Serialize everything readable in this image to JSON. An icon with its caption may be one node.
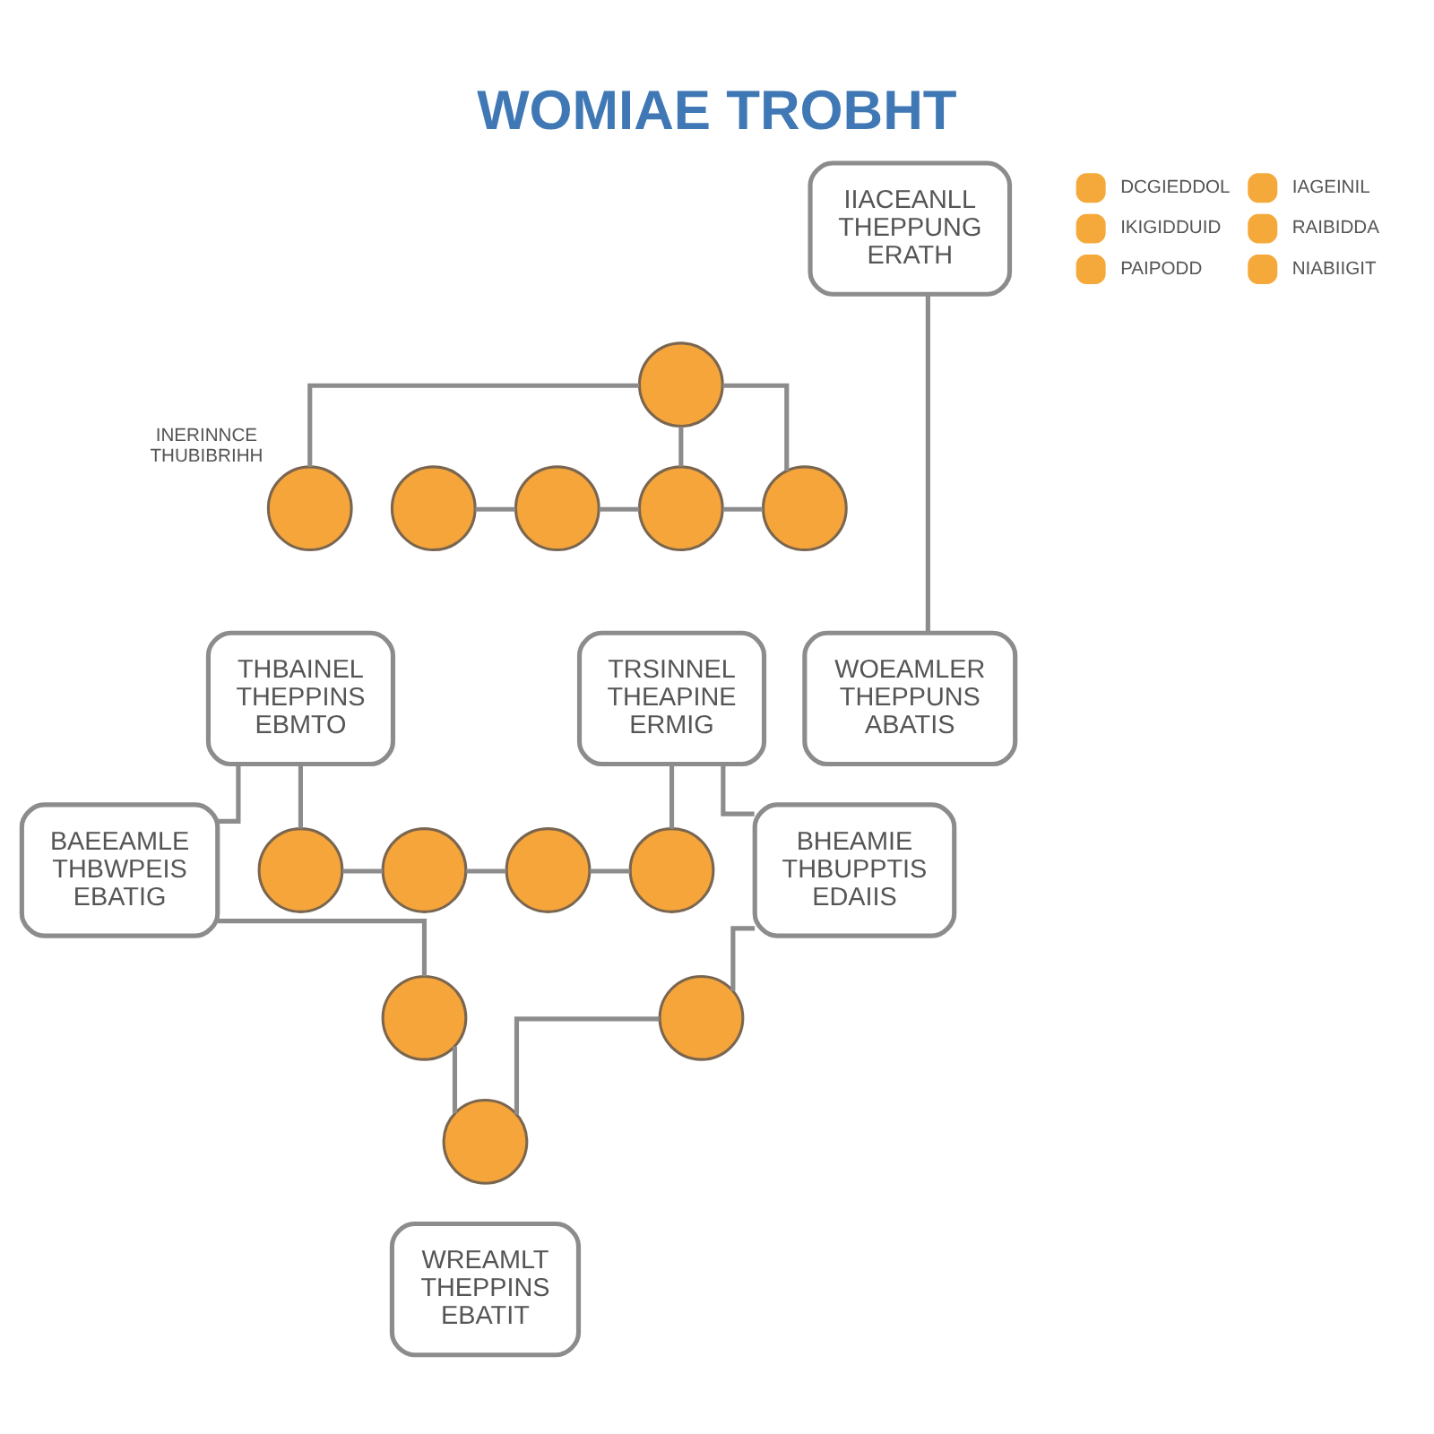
{
  "diagram": {
    "title": "WOMIAE TROBHT",
    "nodes": [
      {
        "text": [
          "IIACEANLL THEPPUNG ERATH"
        ]
      },
      {
        "text": [],
        "shape": "circle"
      },
      {
        "text": [],
        "shape": "circle",
        "beside": [
          "INERINNCE THUBIBRIHH"
        ]
      },
      {
        "text": [],
        "shape": "circle"
      },
      {
        "text": [],
        "shape": "circle"
      },
      {
        "text": [],
        "shape": "circle"
      },
      {
        "text": [],
        "shape": "circle"
      },
      {
        "text": [
          "THBAINEL THEPPINS EBMTO"
        ]
      },
      {
        "text": [
          "WOEAMLER THEPPUNS ABATIS"
        ]
      },
      {
        "text": [
          "TRSINNEL THEAPINE ERMIG"
        ]
      },
      {
        "text": [],
        "shape": "circle"
      },
      {
        "text": [],
        "shape": "circle"
      },
      {
        "text": [],
        "shape": "circle"
      },
      {
        "text": [],
        "shape": "circle"
      },
      {
        "text": [
          "BAEEAMLE THBWPEIS EBATIG"
        ]
      },
      {
        "text": [
          "BHEAMIE THBUPPTIS EDAIIS"
        ]
      },
      {
        "text": [],
        "shape": "circle"
      },
      {
        "text": [],
        "shape": "circle"
      },
      {
        "text": [
          "WREAMLT THEPPINS EBATIT"
        ]
      },
      {
        "text": [],
        "shape": "circle"
      }
    ],
    "edges": [
      {
        "from": 1,
        "to": 2,
        "arrow": "none"
      },
      {
        "from": 1,
        "to": 5,
        "arrow": "none"
      },
      {
        "from": 1,
        "to": 6,
        "arrow": "none"
      },
      {
        "from": 3,
        "to": 4,
        "arrow": "none"
      },
      {
        "from": 4,
        "to": 5,
        "arrow": "none"
      },
      {
        "from": 5,
        "to": 6,
        "arrow": "none"
      },
      {
        "from": 0,
        "to": 8,
        "arrow": "none"
      },
      {
        "from": 7,
        "to": 10,
        "arrow": "none"
      },
      {
        "from": 10,
        "to": 11,
        "arrow": "none"
      },
      {
        "from": 11,
        "to": 12,
        "arrow": "none"
      },
      {
        "from": 12,
        "to": 13,
        "arrow": "none"
      },
      {
        "from": 13,
        "to": 9,
        "arrow": "none"
      },
      {
        "from": 7,
        "to": 14,
        "arrow": "none"
      },
      {
        "from": 9,
        "to": 15,
        "arrow": "none"
      },
      {
        "from": 14,
        "to": 16,
        "arrow": "none"
      },
      {
        "from": 15,
        "to": 17,
        "arrow": "none"
      },
      {
        "from": 16,
        "to": 19,
        "arrow": "none"
      },
      {
        "from": 19,
        "to": 17,
        "arrow": "none"
      }
    ],
    "legend": [
      {
        "text": "DCGIEDDOL",
        "color": "#f5a93a"
      },
      {
        "text": "IAGEINIL",
        "color": "#f5a93a"
      },
      {
        "text": "IKIGIDDUID",
        "color": "#f5a93a"
      },
      {
        "text": "RAIBIDDA",
        "color": "#f5a93a"
      },
      {
        "text": "PAIPODD",
        "color": "#f5a93a"
      },
      {
        "text": "NIABIIGIT",
        "color": "#f5a93a"
      }
    ]
  }
}
